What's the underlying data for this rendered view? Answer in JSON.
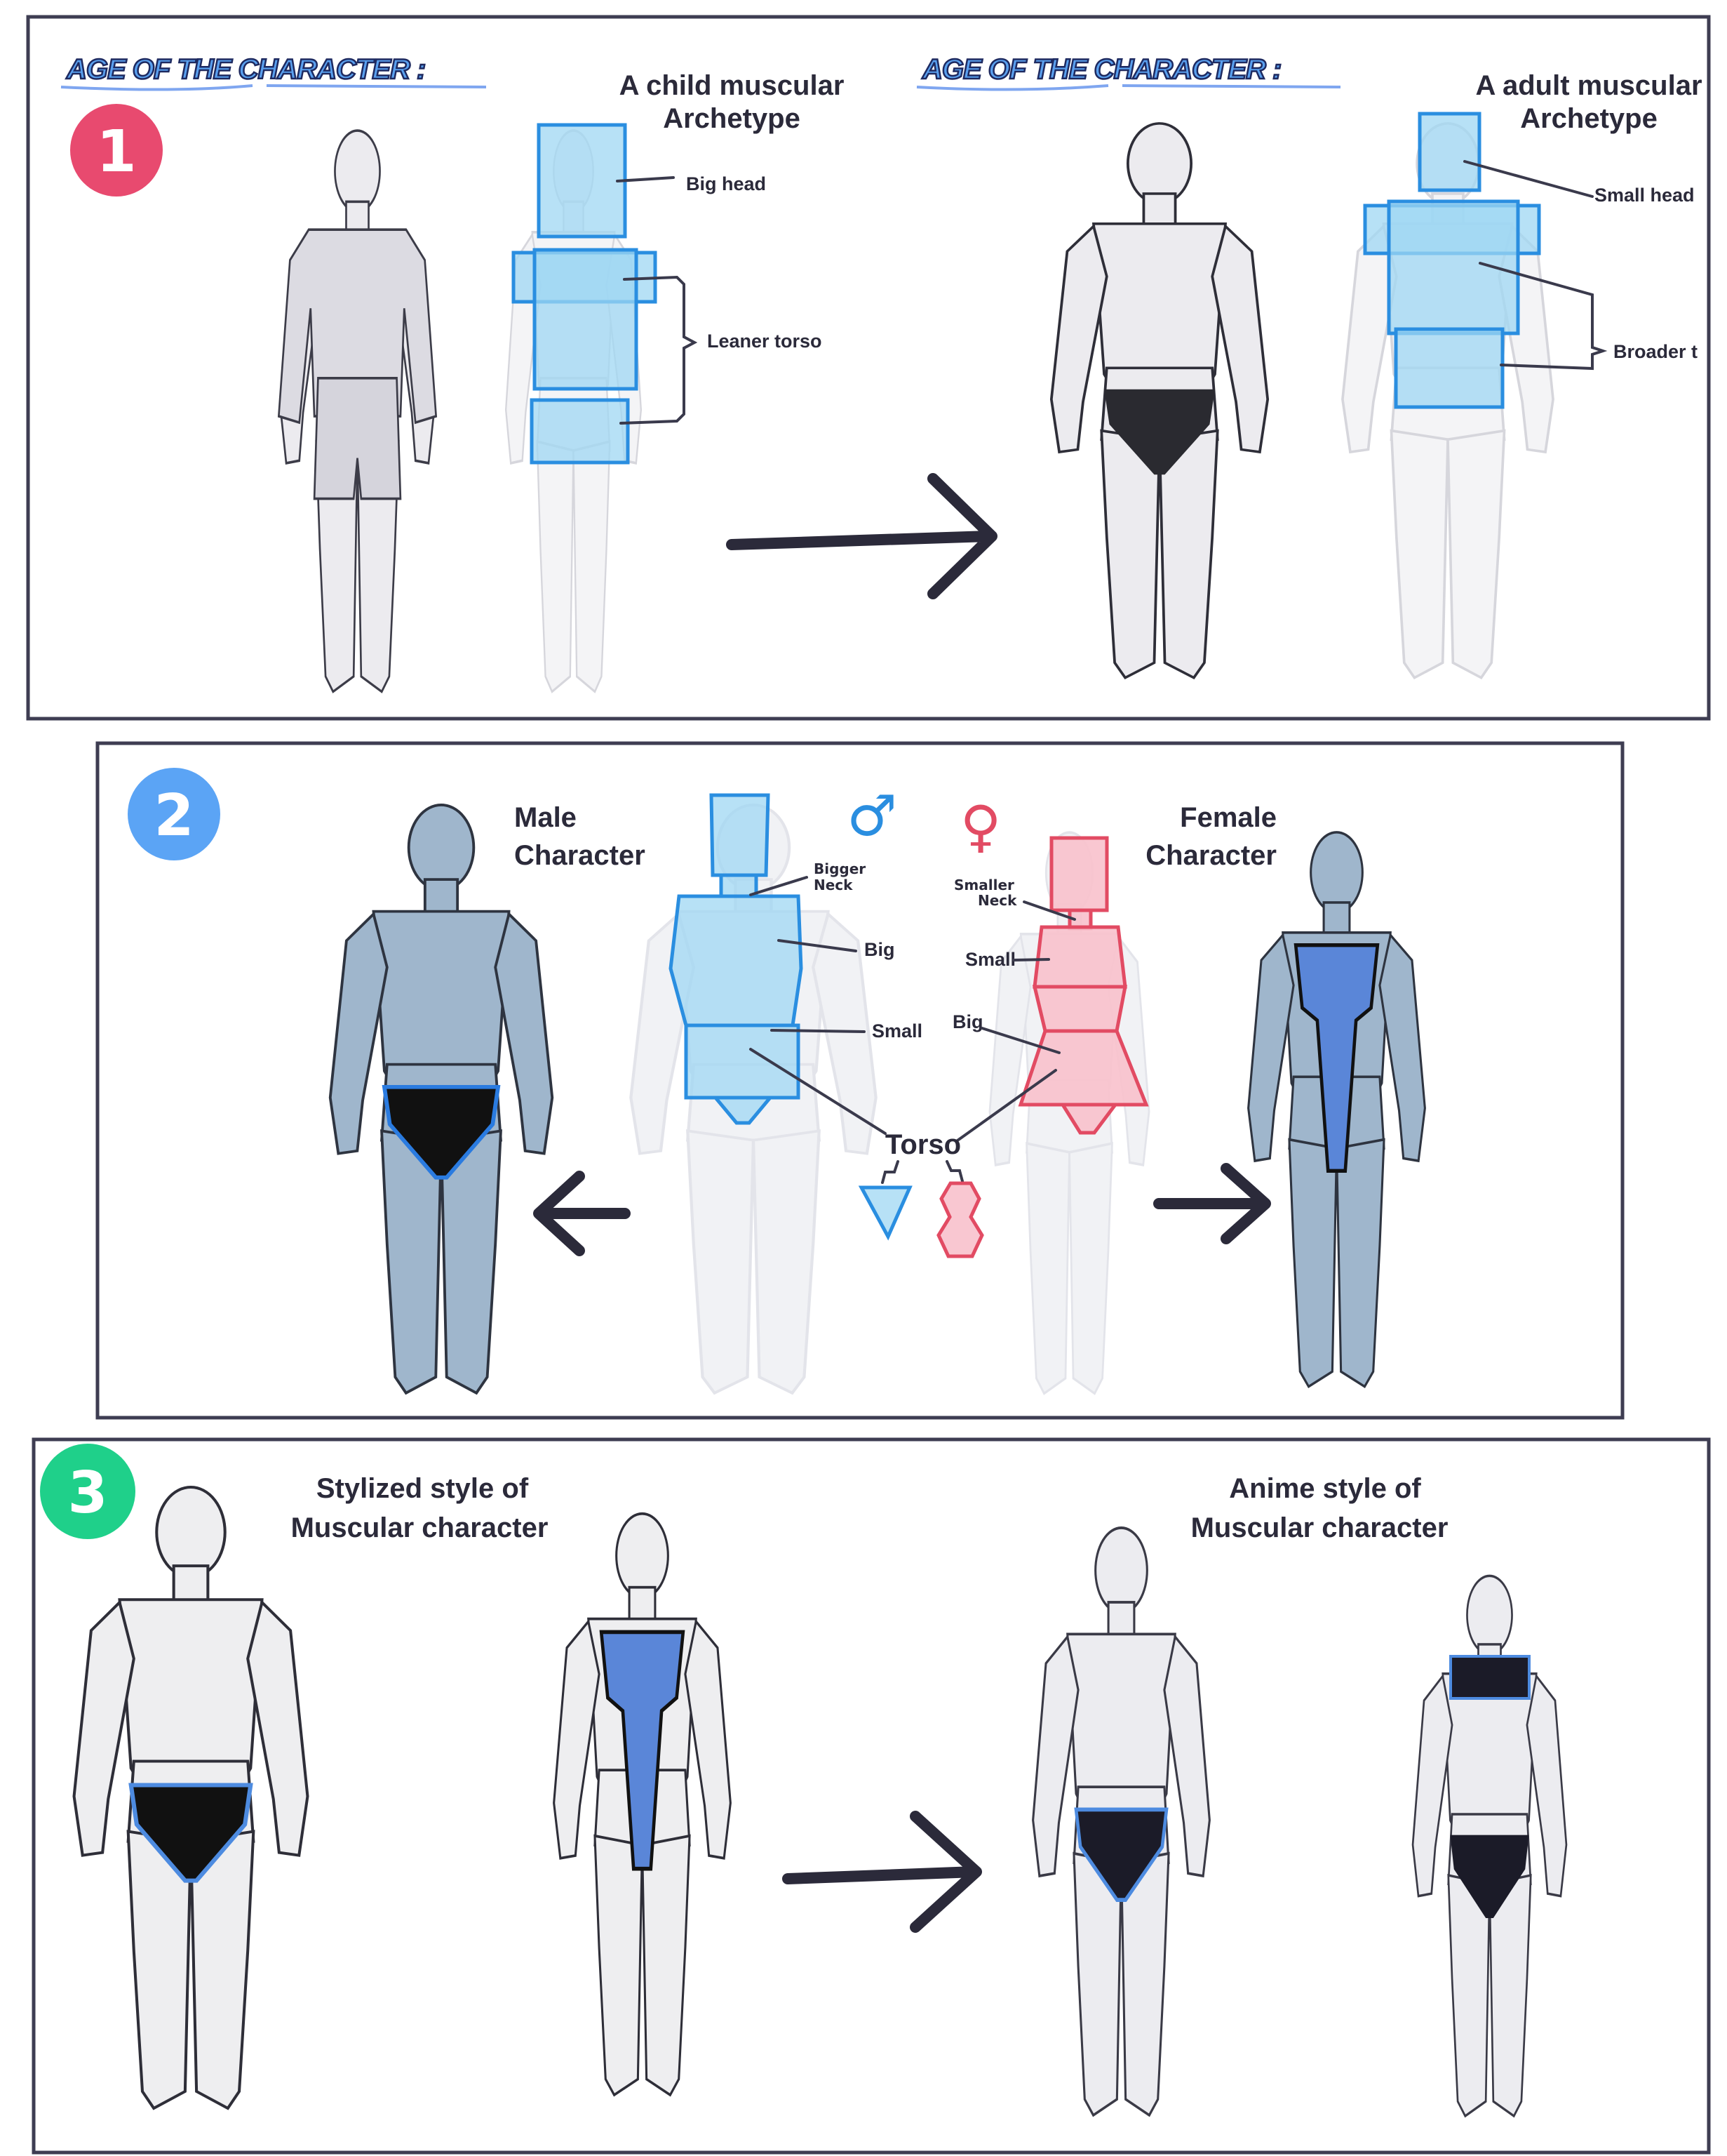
{
  "panel1": {
    "badge": "1",
    "badge_color": "#e84a6f",
    "left": {
      "heading": "AGE OF THE CHARACTER :",
      "title_line1": "A child muscular",
      "title_line2": "Archetype",
      "label_head": "Big head",
      "label_torso": "Leaner torso"
    },
    "right": {
      "heading": "AGE OF THE CHARACTER :",
      "title_line1": "A adult muscular",
      "title_line2": "Archetype",
      "label_head": "Small head",
      "label_torso": "Broader t"
    }
  },
  "panel2": {
    "badge": "2",
    "badge_color": "#5ba4f5",
    "male_title_line1": "Male",
    "male_title_line2": "Character",
    "female_title_line1": "Female",
    "female_title_line2": "Character",
    "male_labels": {
      "neck_line1": "Bigger",
      "neck_line2": "Neck",
      "chest": "Big",
      "hips": "Small"
    },
    "female_labels": {
      "neck_line1": "Smaller",
      "neck_line2": "Neck",
      "chest": "Small",
      "hips": "Big"
    },
    "torso_label": "Torso",
    "male_symbol": "♂",
    "female_symbol": "♀",
    "male_color": "#2a8ee0",
    "female_color": "#e24b63"
  },
  "panel3": {
    "badge": "3",
    "badge_color": "#1fd08a",
    "left_title_line1": "Stylized style of",
    "left_title_line2": "Muscular character",
    "right_title_line1": "Anime style of",
    "right_title_line2": "Muscular character"
  }
}
